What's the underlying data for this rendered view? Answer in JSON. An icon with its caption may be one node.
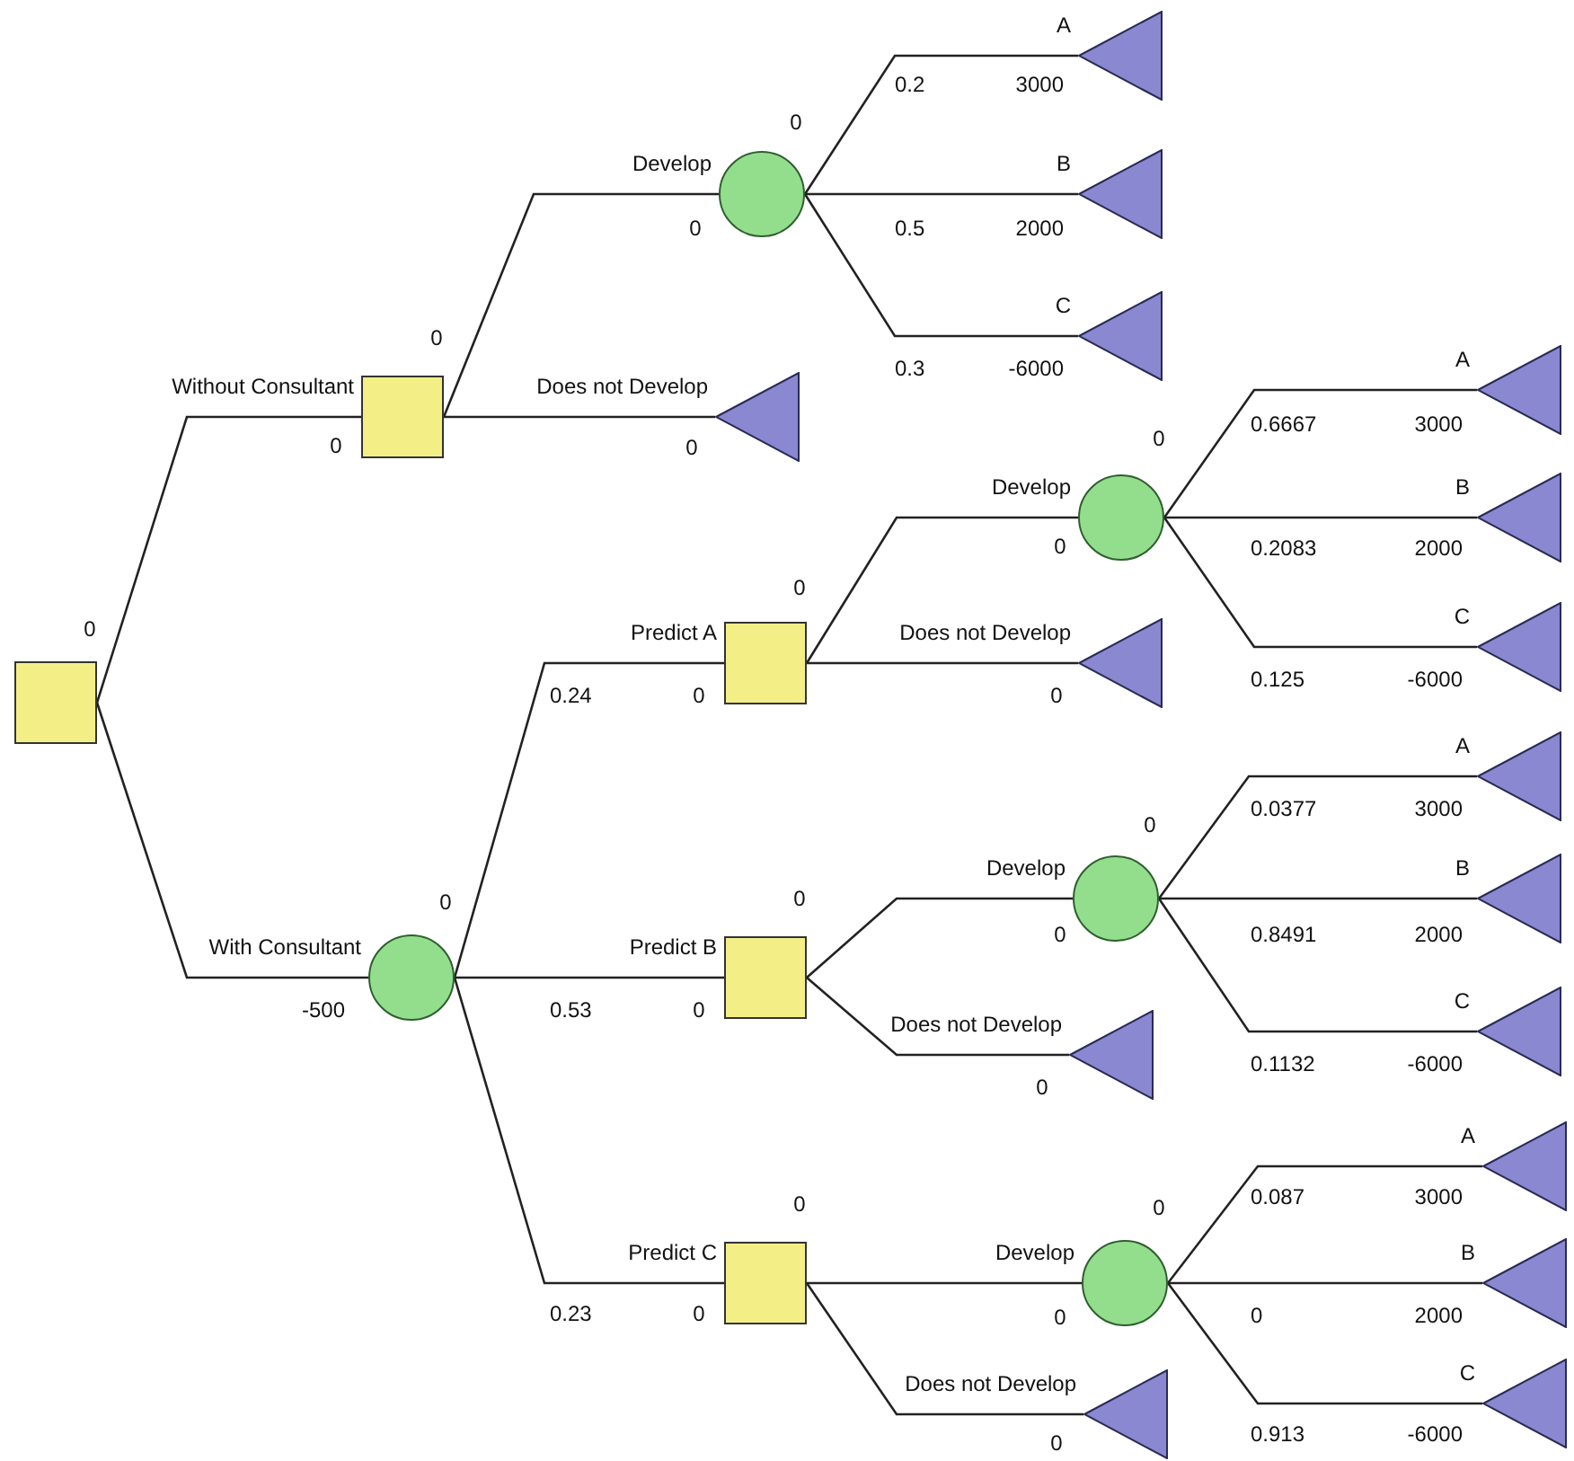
{
  "diagram": {
    "nodes": [
      {
        "text": [],
        "shape": "box",
        "beside": [
          "0"
        ]
      },
      {
        "text": [],
        "shape": "box",
        "beside": [
          "0",
          "0"
        ]
      },
      {
        "text": [],
        "shape": "circle",
        "beside": [
          "0",
          "0"
        ]
      },
      {
        "text": [],
        "shape": "triangle",
        "beside": [
          "3000"
        ]
      },
      {
        "text": [],
        "shape": "triangle",
        "beside": [
          "2000"
        ]
      },
      {
        "text": [],
        "shape": "triangle",
        "beside": [
          "-6000"
        ]
      },
      {
        "text": [],
        "shape": "triangle",
        "beside": [
          "0"
        ]
      },
      {
        "text": [],
        "shape": "circle",
        "beside": [
          "0",
          "-500"
        ]
      },
      {
        "text": [],
        "shape": "box",
        "beside": [
          "0",
          "0"
        ]
      },
      {
        "text": [],
        "shape": "circle",
        "beside": [
          "0",
          "0"
        ]
      },
      {
        "text": [],
        "shape": "triangle",
        "beside": [
          "3000"
        ]
      },
      {
        "text": [],
        "shape": "triangle",
        "beside": [
          "2000"
        ]
      },
      {
        "text": [],
        "shape": "triangle",
        "beside": [
          "-6000"
        ]
      },
      {
        "text": [],
        "shape": "triangle",
        "beside": [
          "0"
        ]
      },
      {
        "text": [],
        "shape": "box",
        "beside": [
          "0",
          "0"
        ]
      },
      {
        "text": [],
        "shape": "circle",
        "beside": [
          "0",
          "0"
        ]
      },
      {
        "text": [],
        "shape": "triangle",
        "beside": [
          "3000"
        ]
      },
      {
        "text": [],
        "shape": "triangle",
        "beside": [
          "2000"
        ]
      },
      {
        "text": [],
        "shape": "triangle",
        "beside": [
          "-6000"
        ]
      },
      {
        "text": [],
        "shape": "triangle",
        "beside": [
          "0"
        ]
      },
      {
        "text": [],
        "shape": "box",
        "beside": [
          "0",
          "0"
        ]
      },
      {
        "text": [],
        "shape": "circle",
        "beside": [
          "0",
          "0"
        ]
      },
      {
        "text": [],
        "shape": "triangle",
        "beside": [
          "3000"
        ]
      },
      {
        "text": [],
        "shape": "triangle",
        "beside": [
          "2000"
        ]
      },
      {
        "text": [],
        "shape": "triangle",
        "beside": [
          "-6000"
        ]
      },
      {
        "text": [],
        "shape": "triangle",
        "beside": [
          "0"
        ]
      }
    ],
    "edges": [
      {
        "from": 0,
        "to": 1,
        "arrow": "none",
        "label": "Without Consultant"
      },
      {
        "from": 1,
        "to": 2,
        "arrow": "none",
        "label": "Develop"
      },
      {
        "from": 2,
        "to": 3,
        "arrow": "none",
        "label": "A"
      },
      {
        "from": 2,
        "to": 4,
        "arrow": "none",
        "label": "B"
      },
      {
        "from": 2,
        "to": 5,
        "arrow": "none",
        "label": "C"
      },
      {
        "from": 1,
        "to": 6,
        "arrow": "none",
        "label": "Does not Develop"
      },
      {
        "from": 0,
        "to": 7,
        "arrow": "none",
        "label": "With Consultant"
      },
      {
        "from": 7,
        "to": 8,
        "arrow": "none",
        "label": "Predict A"
      },
      {
        "from": 8,
        "to": 9,
        "arrow": "none",
        "label": "Develop"
      },
      {
        "from": 9,
        "to": 10,
        "arrow": "none",
        "label": "A"
      },
      {
        "from": 9,
        "to": 11,
        "arrow": "none",
        "label": "B"
      },
      {
        "from": 9,
        "to": 12,
        "arrow": "none",
        "label": "C"
      },
      {
        "from": 8,
        "to": 13,
        "arrow": "none",
        "label": "Does not Develop"
      },
      {
        "from": 7,
        "to": 14,
        "arrow": "none",
        "label": "Predict B"
      },
      {
        "from": 14,
        "to": 15,
        "arrow": "none",
        "label": "Develop"
      },
      {
        "from": 15,
        "to": 16,
        "arrow": "none",
        "label": "A"
      },
      {
        "from": 15,
        "to": 17,
        "arrow": "none",
        "label": "B"
      },
      {
        "from": 15,
        "to": 18,
        "arrow": "none",
        "label": "C"
      },
      {
        "from": 14,
        "to": 19,
        "arrow": "none",
        "label": "Does not Develop"
      },
      {
        "from": 7,
        "to": 20,
        "arrow": "none",
        "label": "Predict C"
      },
      {
        "from": 20,
        "to": 21,
        "arrow": "none",
        "label": "Develop"
      },
      {
        "from": 21,
        "to": 22,
        "arrow": "none",
        "label": "A"
      },
      {
        "from": 21,
        "to": 23,
        "arrow": "none",
        "label": "B"
      },
      {
        "from": 21,
        "to": 24,
        "arrow": "none",
        "label": "C"
      },
      {
        "from": 20,
        "to": 25,
        "arrow": "none",
        "label": "Does not Develop"
      }
    ],
    "labels": [
      "0.2",
      "0.5",
      "0.3",
      "0.6667",
      "0.2083",
      "0.125",
      "0.24",
      "0.0377",
      "0.8491",
      "0.53",
      "0.1132",
      "0.087",
      "0.23",
      "0",
      "0.913"
    ]
  }
}
